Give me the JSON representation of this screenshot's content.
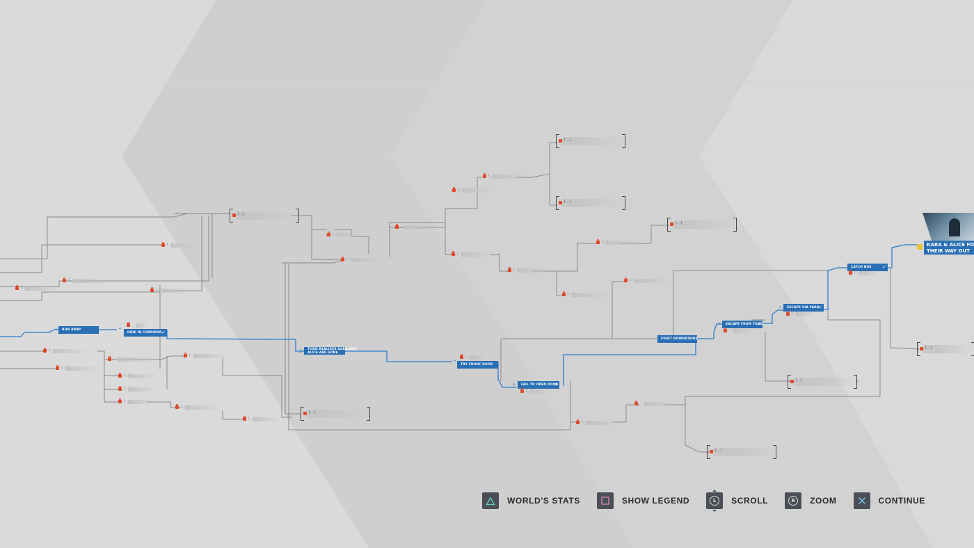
{
  "colors": {
    "path_active": "#2a7bd0",
    "path_inactive": "#8a8a8a",
    "node_active": "#2a6fb4",
    "lock": "#e0482a",
    "triangle_btn": "#5fd3b8",
    "square_btn": "#e58cb3",
    "cross_btn": "#7fc4ee",
    "hud_bg": "#4a4f55"
  },
  "nodes": {
    "run_away": "RUN AWAY",
    "hide_in_corridor": "HIDE IN CORRIDOR",
    "todd_realizes_1": "TODD REALIZES KARA AND",
    "todd_realizes_2": "ALICE ARE GONE",
    "try_front_door": "TRY FRONT DOOR",
    "fail_to_open_door": "FAIL TO OPEN DOOR",
    "fight_downstairs": "FIGHT DOWNSTAIRS",
    "escape_from_todd": "ESCAPE FROM TODD",
    "escape_via_yard": "ESCAPE VIA YARD",
    "catch_bus": "CATCH BUS",
    "final_line1": "KARA & ALICE FOUGHT",
    "final_line2": "THEIR WAY OUT"
  },
  "icons": {
    "check": "✓",
    "cross": "✕",
    "split": "⑂",
    "triangle": "△"
  },
  "placeholders": {
    "hidden_short": "[...]",
    "hidden_ending": "[...]"
  },
  "hud": {
    "world_stats": "WORLD'S STATS",
    "show_legend": "SHOW LEGEND",
    "scroll": "SCROLL",
    "scroll_stick": "L",
    "zoom": "ZOOM",
    "zoom_stick": "R",
    "continue": "CONTINUE"
  }
}
